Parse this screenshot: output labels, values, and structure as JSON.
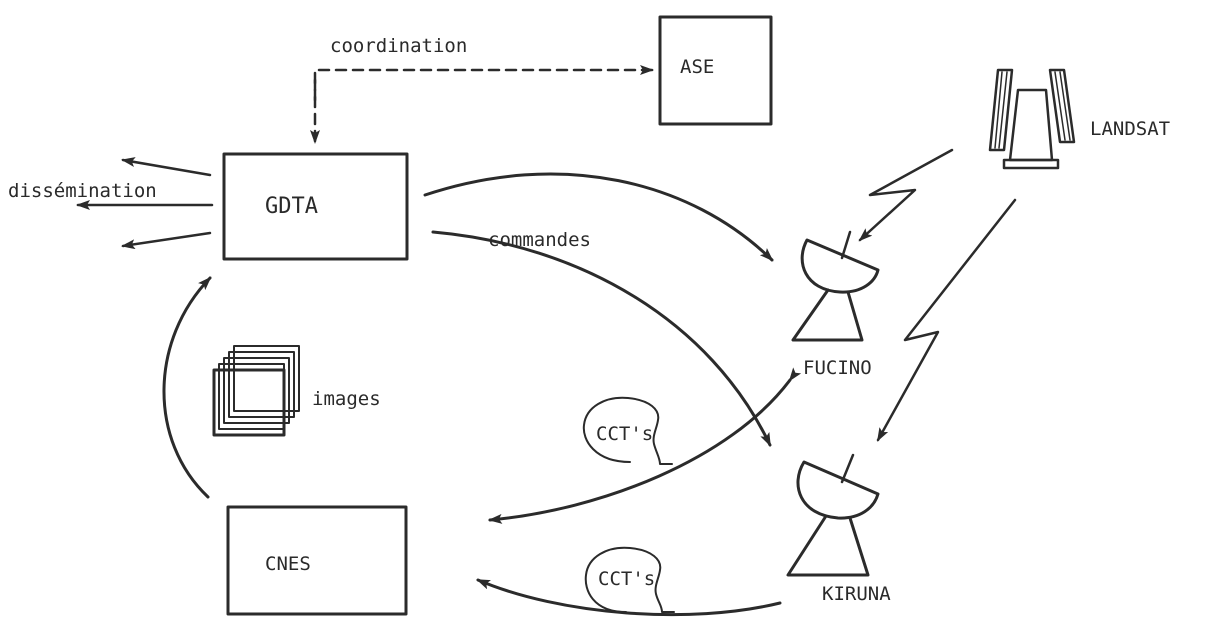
{
  "nodes": {
    "gdta": "GDTA",
    "cnes": "CNES",
    "ase": "ASE",
    "landsat": "LANDSAT",
    "fucino": "FUCINO",
    "kiruna": "KIRUNA"
  },
  "edges": {
    "coordination": "coordination",
    "dissemination": "dissémination",
    "commandes": "commandes",
    "images": "images",
    "ccts_fucino": "CCT's",
    "ccts_kiruna": "CCT's"
  }
}
